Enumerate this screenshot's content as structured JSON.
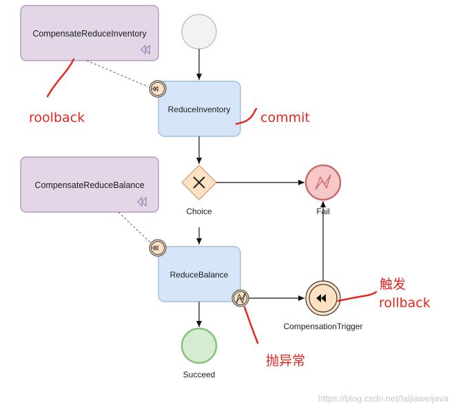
{
  "nodes": {
    "compensate_reduce_inventory": "CompensateReduceInventory",
    "reduce_inventory": "ReduceInventory",
    "compensate_reduce_balance": "CompensateReduceBalance",
    "choice": "Choice",
    "fail": "Fail",
    "reduce_balance": "ReduceBalance",
    "compensation_trigger": "CompensationTrigger",
    "succeed": "Succeed"
  },
  "annotations": {
    "roolback": "roolback",
    "commit": "commit",
    "trigger_line1": "触发",
    "trigger_line2": "rollback",
    "throw_exception": "抛异常"
  },
  "watermark": "https://blog.csdn.net/laijiaweijava",
  "colors": {
    "compensate_fill": "#e3d6e6",
    "compensate_stroke": "#a88bb4",
    "task_fill": "#d6e6f8",
    "task_stroke": "#8eb4dd",
    "event_fill": "#fde2c4",
    "fail_fill": "#f6c8c8",
    "fail_stroke": "#cc6b6b",
    "succeed_fill": "#d5ecd1",
    "succeed_stroke": "#87c07a",
    "start_fill": "#f2f2f2",
    "annotation": "#e8241d"
  }
}
